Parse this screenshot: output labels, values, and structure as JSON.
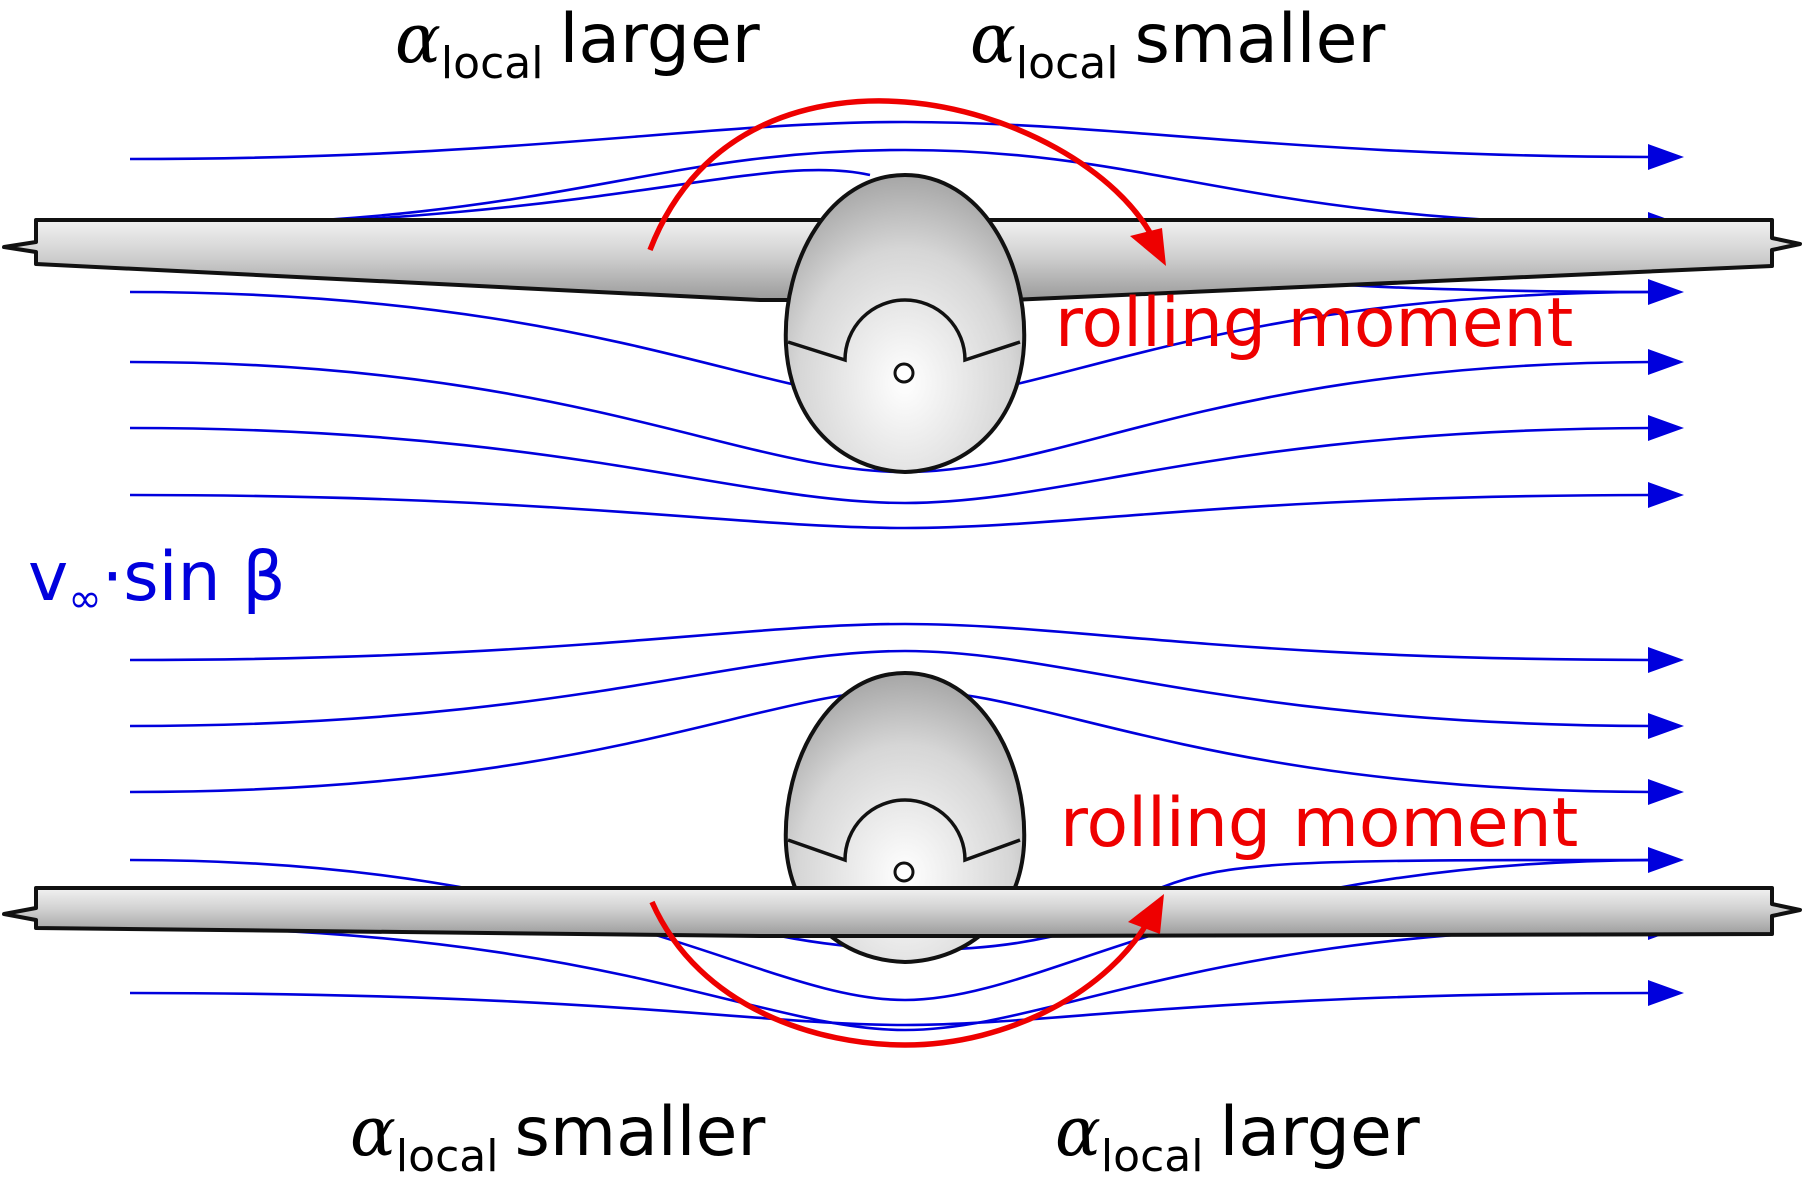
{
  "labels": {
    "alpha_symbol": "α",
    "subscript": "local",
    "top_left_suffix": "larger",
    "top_right_suffix": "smaller",
    "bottom_left_suffix": "smaller",
    "bottom_right_suffix": "larger",
    "rolling_moment_top": "rolling moment",
    "rolling_moment_bottom": "rolling moment",
    "velocity_v": "v",
    "velocity_sub": "∞",
    "velocity_rest": "·sin β"
  },
  "colors": {
    "streamline": "#0000dd",
    "moment": "#ee0000",
    "text": "#000000",
    "outline": "#111111"
  }
}
